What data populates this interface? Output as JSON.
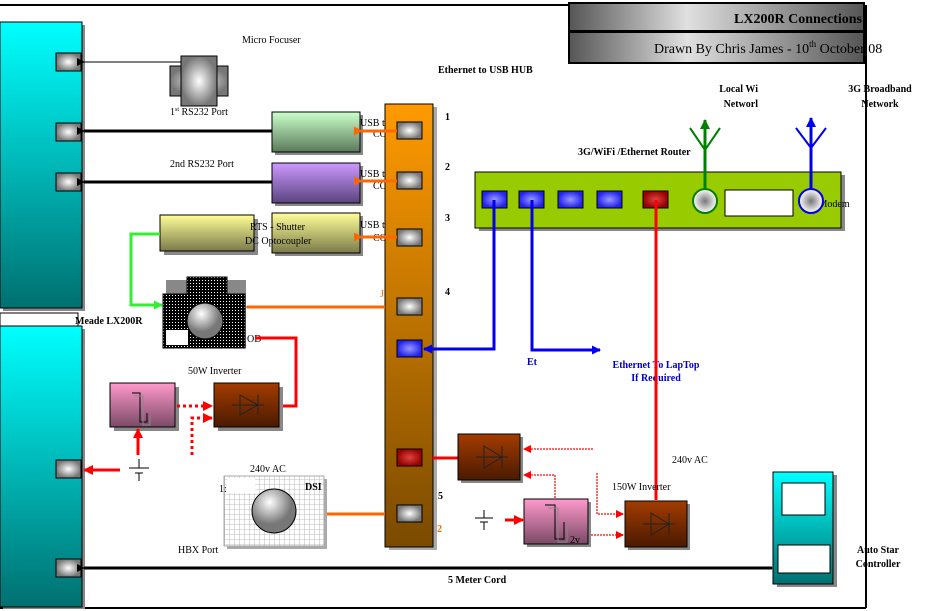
{
  "title_block": {
    "title": "LX200R Connections",
    "subtitle_prefix": "Drawn By Chris James - 10",
    "subtitle_sup": "th",
    "subtitle_suffix": " October 08"
  },
  "telescope": {
    "label": "Meade LX200R"
  },
  "labels": {
    "micro_focuser": "Micro Focuser",
    "rs232_1_prefix": "1",
    "rs232_1_sup": "st",
    "rs232_1_suffix": " RS232 Port",
    "rs232_2": "2nd RS232 Port",
    "rts_shutter": "RTS - Shutter",
    "dc_optocoupler": "DC Optocoupler",
    "usb_to_com_1": "USB to",
    "usb_to_com_2": "COM",
    "ethernet_usb_hub": "Ethernet to USB HUB",
    "router": "3G/WiFi /Ethernet Router",
    "local_wifi_1": "Local Wi",
    "local_wifi_2": "Networl",
    "broadband_1": "3G Broadband",
    "broadband_2": "Network",
    "modem": "3g Modem",
    "ethernet_short": "Et",
    "laptop_1": "Ethernet To LapTop",
    "laptop_2": "If Required",
    "inverter_50w": "50W  Inverter",
    "inverter_150w": "150W  Inverter",
    "ac_240_dsi": "240v AC",
    "ac_240_right": "240v AC",
    "dsi": "DSI",
    "dsi_left": "1:",
    "hbx_port": "HBX Port",
    "meter_cord": "5 Meter Cord",
    "autostar_1": "Auto Star",
    "autostar_2": "Controller",
    "usb_j": "J",
    "odd": "OD",
    "twov": "2v",
    "hub_port_2": "2"
  },
  "hub_ports": [
    "1",
    "2",
    "3",
    "4",
    "5"
  ],
  "colors": {
    "telescope": "#00c8c8",
    "hub": "#f09000",
    "router": "#99cc00",
    "usb_line": "#ff6600",
    "ethernet_line": "#0000ee",
    "power_line": "#ff0000",
    "wifi": "#008000",
    "shutter_line": "#33ee33"
  }
}
